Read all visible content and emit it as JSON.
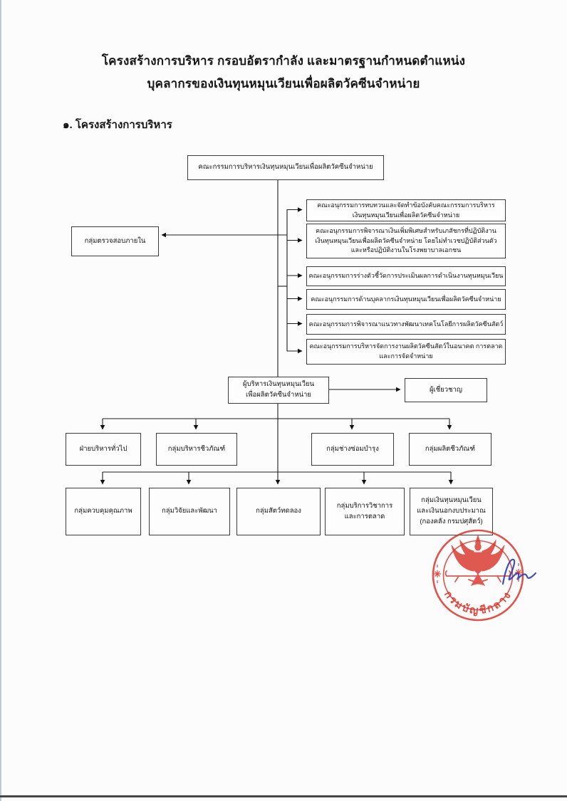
{
  "page": {
    "title_line1": "โครงสร้างการบริหาร กรอบอัตรากำลัง และมาตรฐานกำหนดตำแหน่ง",
    "title_line2": "บุคลากรของเงินทุนหมุนเวียนเพื่อผลิตวัคซีนจำหน่าย",
    "section_heading": "๑. โครงสร้างการบริหาร"
  },
  "org_chart": {
    "board": {
      "lines": [
        "คณะกรรมการบริหารเงินทุนหมุนเวียนเพื่อผลิตวัคซีนจำหน่าย"
      ]
    },
    "internal_audit": {
      "lines": [
        "กลุ่มตรวจสอบภายใน"
      ]
    },
    "subcommittees": [
      {
        "lines": [
          "คณะอนุกรรมการทบทวนและจัดทำข้อบังคับคณะกรรมการบริหาร",
          "เงินทุนหมุนเวียนเพื่อผลิตวัคซีนจำหน่าย"
        ]
      },
      {
        "lines": [
          "คณะอนุกรรมการพิจารณาเงินเพิ่มพิเศษสำหรับเภสัชกรที่ปฏิบัติงาน",
          "เงินทุนหมุนเวียนเพื่อผลิตวัคซีนจำหน่าย โดยไม่ทำเวชปฏิบัติส่วนตัว",
          "และหรือปฏิบัติงานในโรงพยาบาลเอกชน"
        ]
      },
      {
        "lines": [
          "คณะอนุกรรมการร่างตัวชี้วัดการประเมินผลการดำเนินงานทุนหมุนเวียน"
        ]
      },
      {
        "lines": [
          "คณะอนุกรรมการด้านบุคลากรเงินทุนหมุนเวียนเพื่อผลิตวัคซีนจำหน่าย"
        ]
      },
      {
        "lines": [
          "คณะอนุกรรมการพิจารณาแนวทางพัฒนาเทคโนโลยีการผลิตวัคซีนสัตว์"
        ]
      },
      {
        "lines": [
          "คณะอนุกรรมการบริหารจัดการงานผลิตวัคซีนสัตว์ในอนาคต การตลาด",
          "และการจัดจำหน่าย"
        ]
      }
    ],
    "director": {
      "lines": [
        "ผู้บริหารเงินทุนหมุนเวียน",
        "เพื่อผลิตวัคซีนจำหน่าย"
      ]
    },
    "expert": {
      "lines": [
        "ผู้เชี่ยวชาญ"
      ]
    },
    "tier2": [
      {
        "lines": [
          "ฝ่ายบริหารทั่วไป"
        ]
      },
      {
        "lines": [
          "กลุ่มบริหารชีวภัณฑ์"
        ]
      },
      {
        "lines": [
          "กลุ่มช่างซ่อมบำรุง"
        ]
      },
      {
        "lines": [
          "กลุ่มผลิตชีวภัณฑ์"
        ]
      }
    ],
    "tier3": [
      {
        "lines": [
          "กลุ่มควบคุมคุณภาพ"
        ]
      },
      {
        "lines": [
          "กลุ่มวิจัยและพัฒนา"
        ]
      },
      {
        "lines": [
          "กลุ่มสัตว์ทดลอง"
        ]
      },
      {
        "lines": [
          "กลุ่มบริการวิชาการ",
          "และการตลาด"
        ]
      },
      {
        "lines": [
          "กลุ่มเงินทุนหมุนเวียน",
          "และเงินนอกงบประมาณ",
          "(กองคลัง กรมปศุสัตว์)"
        ]
      }
    ]
  },
  "seal": {
    "agency": "กรมบัญชีกลาง",
    "stamp_color": "#d9362c",
    "signature_color": "#2b3db0"
  }
}
